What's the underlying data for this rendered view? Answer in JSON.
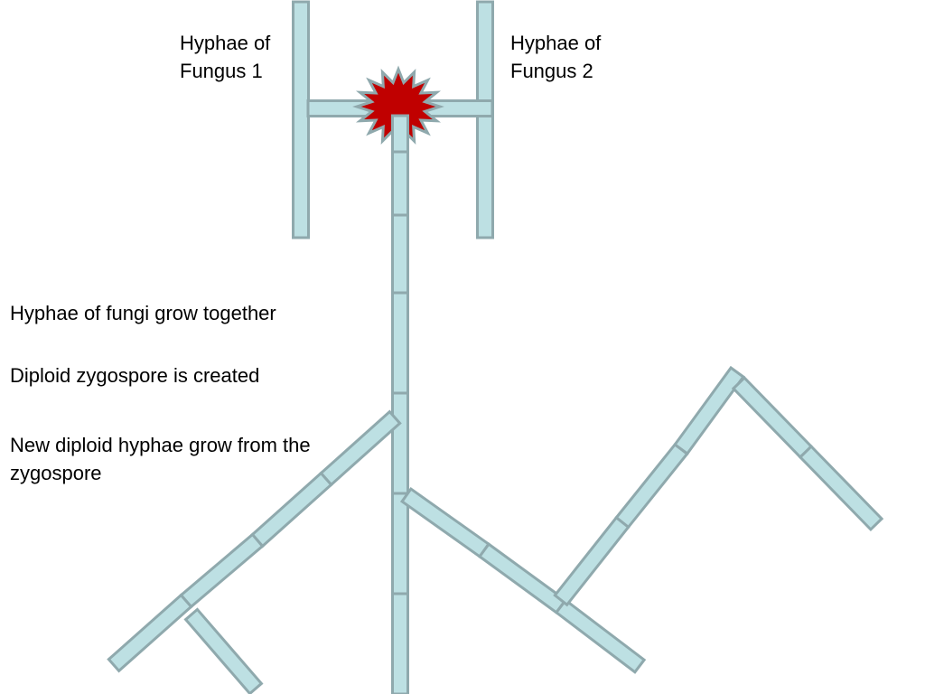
{
  "labels": {
    "fungus1": [
      "Hyphae of",
      "Fungus 1"
    ],
    "fungus2": [
      "Hyphae of",
      "Fungus 2"
    ]
  },
  "steps": [
    "Hyphae of fungi grow together",
    "Diploid zygospore is created",
    "New diploid hyphae grow from the zygospore"
  ],
  "colors": {
    "hypha_fill": "#bde0e3",
    "hypha_stroke": "#8fa9ad",
    "zygospore_fill": "#c00000",
    "zygospore_stroke": "#8fa9ad",
    "text": "#000000"
  },
  "icons": {
    "zygospore": "red-starburst-icon"
  }
}
